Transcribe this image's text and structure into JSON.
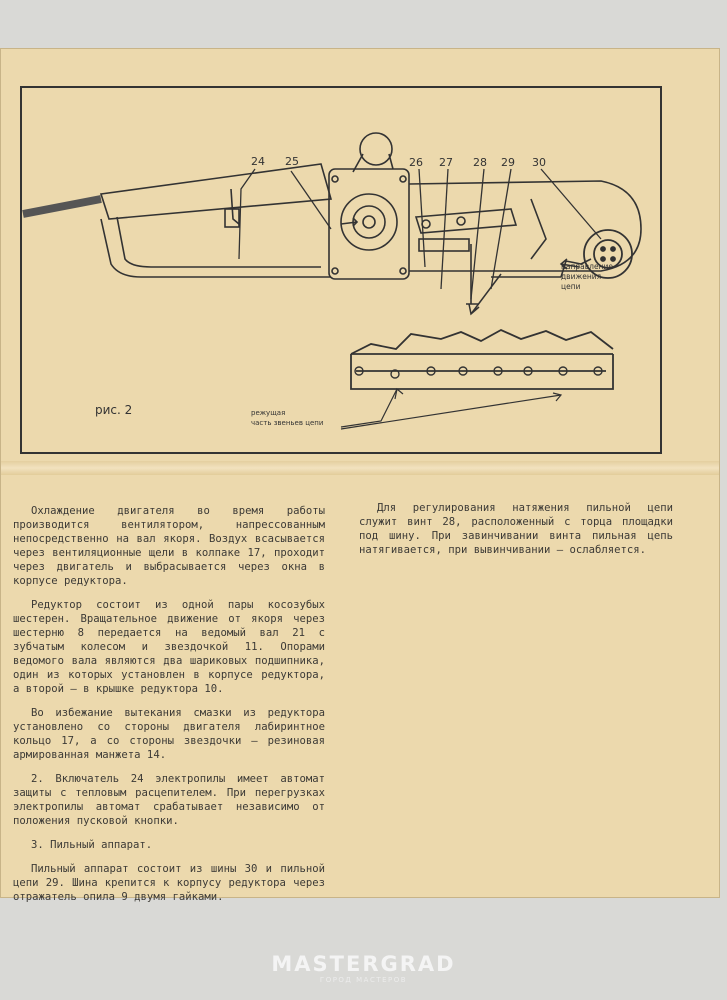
{
  "figure": {
    "callouts": [
      "24",
      "25",
      "26",
      "27",
      "28",
      "29",
      "30"
    ],
    "caption": "рис. 2",
    "direction_label": [
      "направление",
      "движения",
      "цепи"
    ],
    "cutting_part_label": [
      "режущая",
      "часть звеньев цепи"
    ]
  },
  "left_column": [
    "Охлаждение двигателя во время работы производится вентилятором, напрессованным непосредственно на вал якоря. Воздух всасывается через вентиляционные щели в колпаке 17, проходит через двигатель и выбрасывается через окна в корпусе редуктора.",
    "Редуктор состоит из одной пары косозубых шестерен. Вращательное движение от якоря через шестерню 8 передается на ведомый вал 21 с зубчатым колесом и звездочкой 11. Опорами ведомого вала являются два шариковых подшипника, один из которых установлен в корпусе редуктора, а второй — в крышке редуктора 10.",
    "Во избежание вытекания смазки из редуктора установлено со стороны двигателя лабиринтное кольцо 17, а со стороны звездочки — резиновая армированная манжета 14.",
    "2. Включатель 24 электропилы имеет автомат защиты с тепловым расцепителем. При перегрузках электропилы автомат срабатывает независимо от положения пусковой кнопки.",
    "3. Пильный аппарат.",
    "Пильный аппарат состоит из шины 30 и пильной цепи 29. Шина крепится к корпусу редуктора через отражатель опила 9 двумя гайками."
  ],
  "right_column": [
    "Для регулирования натяжения пильной цепи служит винт 28, расположенный с торца площадки под шину. При завинчивании винта пильная цепь натягивается, при вывинчивании — ослабляется."
  ],
  "watermark": {
    "brand": "MASTERGRAD",
    "tagline": "ГОРОД МАСТЕРОВ"
  }
}
